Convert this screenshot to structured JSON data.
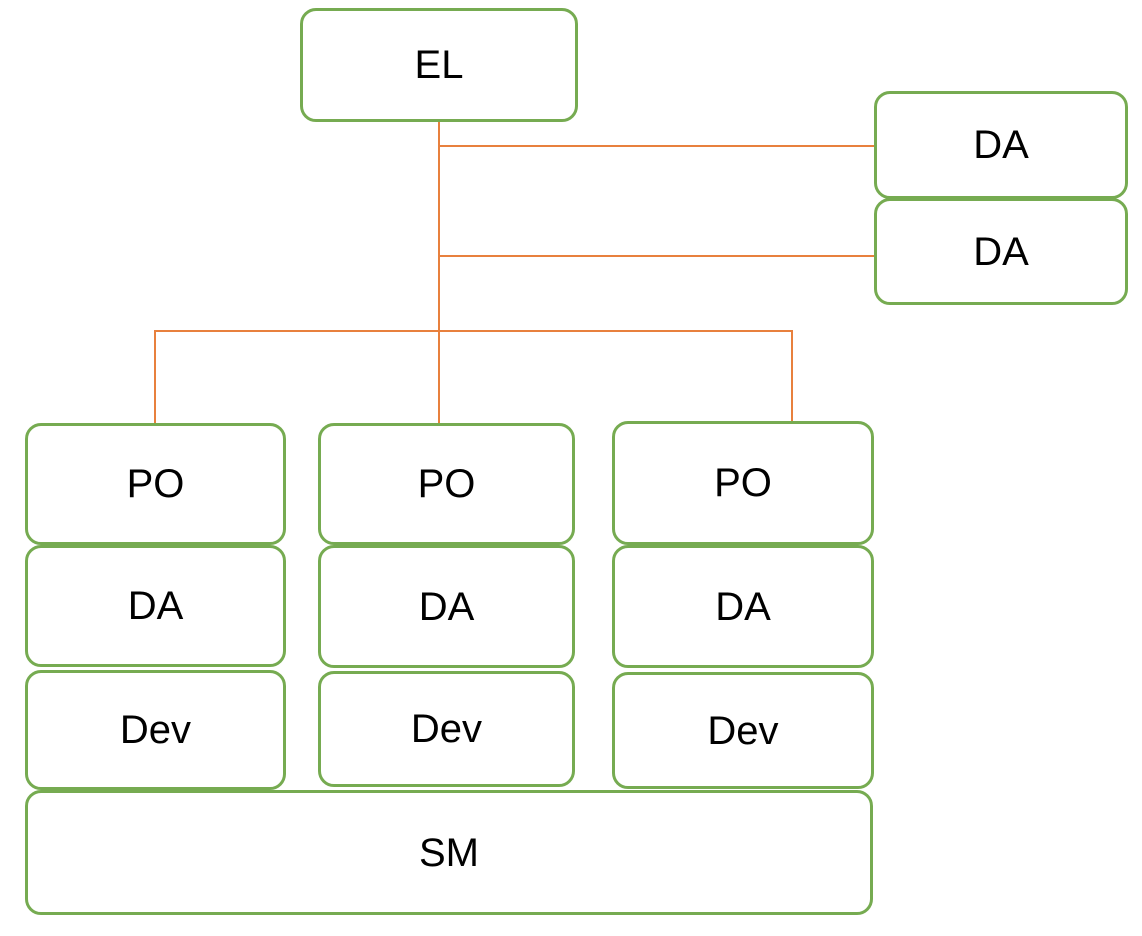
{
  "diagram": {
    "type": "org-chart",
    "colors": {
      "box_border": "#76AB51",
      "connector": "#E8803D",
      "text": "#000000",
      "background": "#FFFFFF"
    },
    "nodes": [
      {
        "id": "el",
        "label": "EL"
      },
      {
        "id": "da-right-1",
        "label": "DA"
      },
      {
        "id": "da-right-2",
        "label": "DA"
      },
      {
        "id": "col1-po",
        "label": "PO"
      },
      {
        "id": "col1-da",
        "label": "DA"
      },
      {
        "id": "col1-dev",
        "label": "Dev"
      },
      {
        "id": "col2-po",
        "label": "PO"
      },
      {
        "id": "col2-da",
        "label": "DA"
      },
      {
        "id": "col2-dev",
        "label": "Dev"
      },
      {
        "id": "col3-po",
        "label": "PO"
      },
      {
        "id": "col3-da",
        "label": "DA"
      },
      {
        "id": "col3-dev",
        "label": "Dev"
      },
      {
        "id": "sm",
        "label": "SM"
      }
    ],
    "connectors": [
      {
        "id": "el-trunk",
        "from": "el",
        "to": "col2-po",
        "shape": "vertical"
      },
      {
        "id": "el-to-da-1",
        "from": "el-trunk",
        "to": "da-right-1",
        "shape": "horizontal"
      },
      {
        "id": "el-to-da-2",
        "from": "el-trunk",
        "to": "da-right-2",
        "shape": "horizontal"
      },
      {
        "id": "branch-bar",
        "from": "el-trunk",
        "to": "columns",
        "shape": "horizontal"
      },
      {
        "id": "drop-to-col1",
        "from": "branch-bar",
        "to": "col1-po",
        "shape": "vertical"
      },
      {
        "id": "drop-to-col3",
        "from": "branch-bar",
        "to": "col3-po",
        "shape": "vertical"
      }
    ]
  }
}
